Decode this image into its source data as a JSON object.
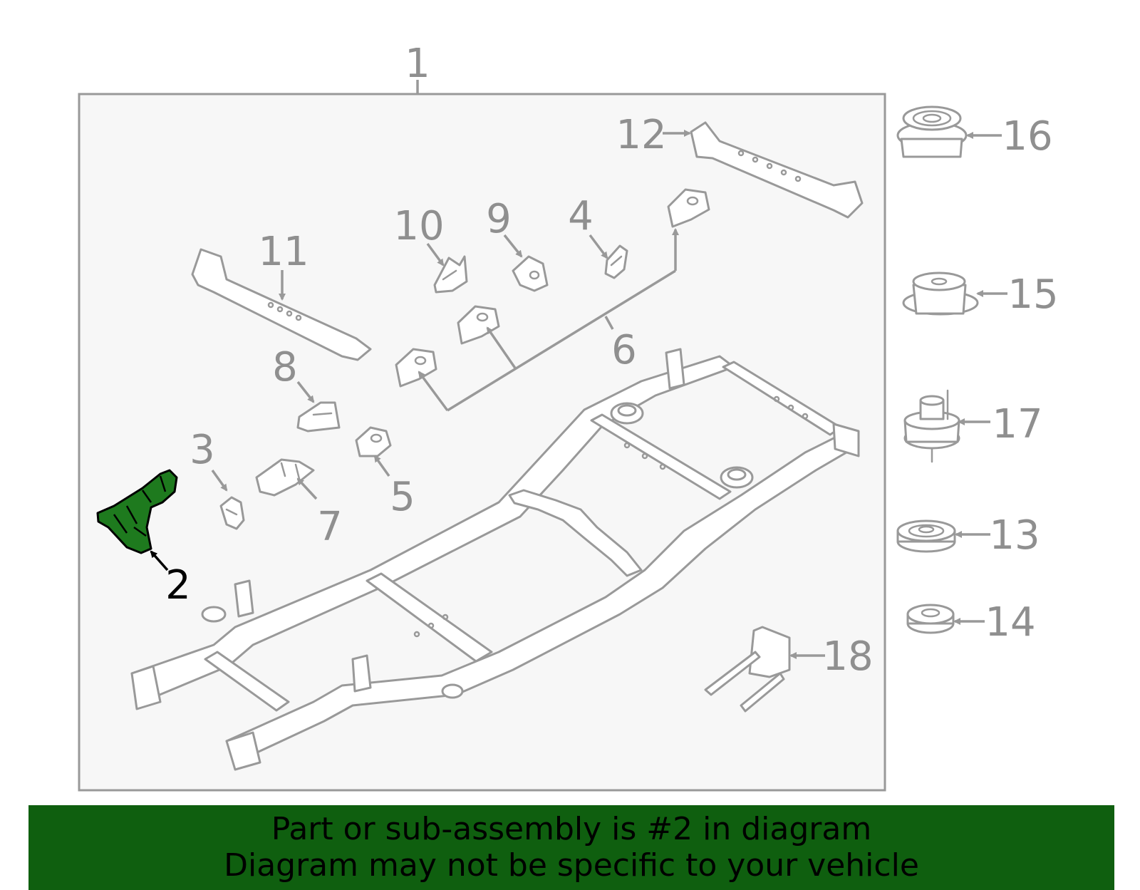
{
  "diagram": {
    "callouts": [
      {
        "id": "1",
        "label": "1",
        "highlighted": false
      },
      {
        "id": "2",
        "label": "2",
        "highlighted": true
      },
      {
        "id": "3",
        "label": "3",
        "highlighted": false
      },
      {
        "id": "4",
        "label": "4",
        "highlighted": false
      },
      {
        "id": "5",
        "label": "5",
        "highlighted": false
      },
      {
        "id": "6",
        "label": "6",
        "highlighted": false
      },
      {
        "id": "7",
        "label": "7",
        "highlighted": false
      },
      {
        "id": "8",
        "label": "8",
        "highlighted": false
      },
      {
        "id": "9",
        "label": "9",
        "highlighted": false
      },
      {
        "id": "10",
        "label": "10",
        "highlighted": false
      },
      {
        "id": "11",
        "label": "11",
        "highlighted": false
      },
      {
        "id": "12",
        "label": "12",
        "highlighted": false
      },
      {
        "id": "13",
        "label": "13",
        "highlighted": false
      },
      {
        "id": "14",
        "label": "14",
        "highlighted": false
      },
      {
        "id": "15",
        "label": "15",
        "highlighted": false
      },
      {
        "id": "16",
        "label": "16",
        "highlighted": false
      },
      {
        "id": "17",
        "label": "17",
        "highlighted": false
      },
      {
        "id": "18",
        "label": "18",
        "highlighted": false
      }
    ],
    "colors": {
      "highlight_part": "#1e7a1e",
      "line_gray": "#999999",
      "label_gray": "#8f8f8f",
      "panel_fill": "#f7f7f7",
      "banner_bg": "#0f5f0f"
    }
  },
  "banner": {
    "line1": "Part or sub-assembly is #2 in diagram",
    "line2": "Diagram may not be specific to your vehicle"
  }
}
